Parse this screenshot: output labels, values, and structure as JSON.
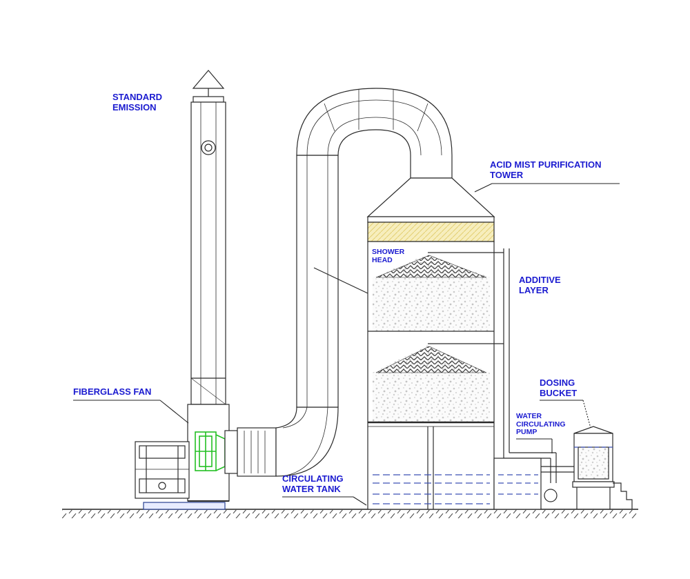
{
  "colors": {
    "label": "#1b1bd0",
    "line": "#2a2a2a",
    "fan": "#22c022",
    "filler": "#f2e6a8",
    "water": "#3a4fb5"
  },
  "labels": {
    "standard_emission": [
      "STANDARD",
      "EMISSION"
    ],
    "acid_mist_tower": [
      "ACID MIST PURIFICATION",
      "TOWER"
    ],
    "shower_head": [
      "SHOWER",
      "HEAD"
    ],
    "additive_layer": [
      "ADDITIVE",
      "LAYER"
    ],
    "dosing_bucket": [
      "DOSING",
      "BUCKET"
    ],
    "fiberglass_fan": "FIBERGLASS FAN",
    "water_circulating_pump": [
      "WATER",
      "CIRCULATING",
      "PUMP"
    ],
    "circulating_water_tank": [
      "CIRCULATING",
      "WATER TANK"
    ]
  }
}
